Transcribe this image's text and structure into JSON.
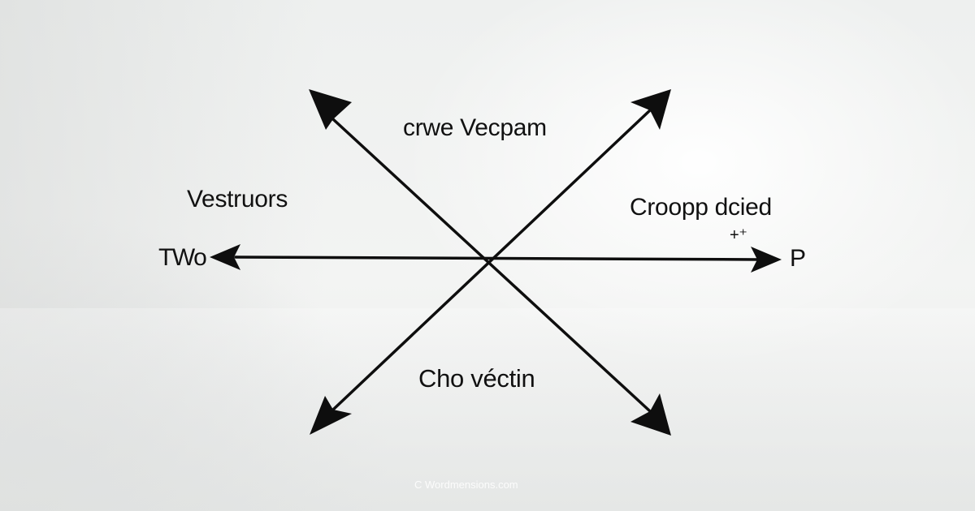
{
  "labels": {
    "top": "crwe Vecpam",
    "left": "Vestruors",
    "right": "Croopp dcied",
    "left_end": "TWo",
    "right_end": "P",
    "small_mark": "+⁺",
    "bottom": "Cho véctin"
  },
  "watermark": "C  Wordmensions.com",
  "colors": {
    "arrow": "#0e0e0e",
    "text": "#111111"
  }
}
